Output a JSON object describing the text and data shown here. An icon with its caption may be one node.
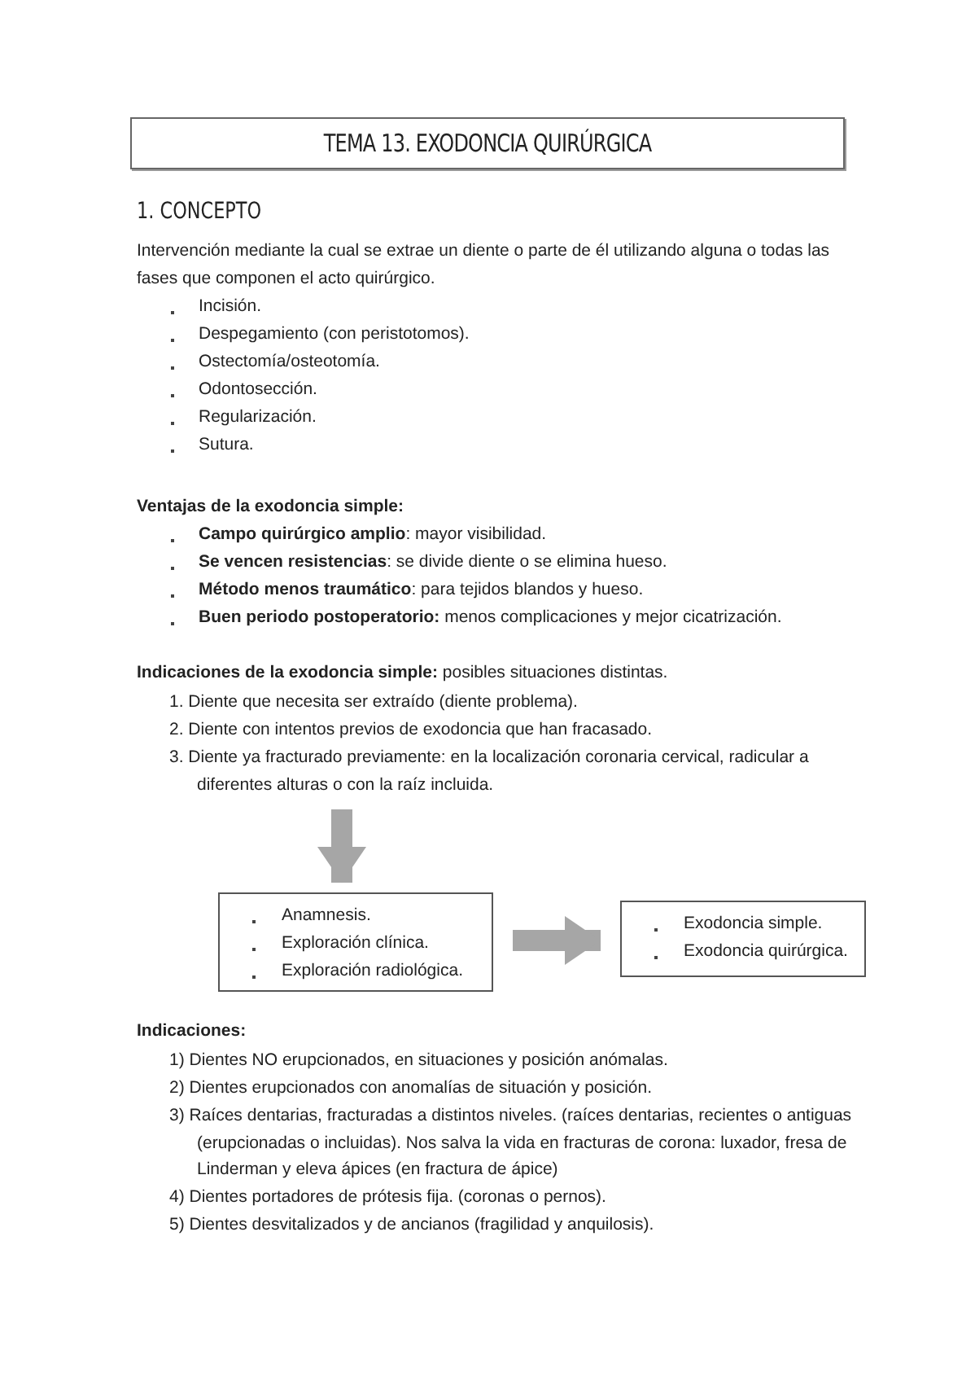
{
  "diagram": {
    "title": "TEMA 13. EXODONCIA QUIRÚRGICA",
    "nodes": [
      {
        "text": [
          "Anamnesis.",
          "Exploración clínica.",
          "Exploración radiológica."
        ]
      },
      {
        "text": [
          "Exodoncia simple.",
          "Exodoncia quirúrgica."
        ]
      }
    ],
    "edges": [
      {
        "from": null,
        "to": 0,
        "arrow": "to"
      },
      {
        "from": 0,
        "to": 1,
        "arrow": "to"
      }
    ],
    "labels": [
      "1. CONCEPTO",
      "Intervención mediante la cual se extrae un diente o parte de él utilizando alguna o todas las fases que componen el acto quirúrgico.",
      "Incisión.",
      "Despegamiento (con peristotomos).",
      "Ostectomía/osteotomía.",
      "Odontosección.",
      "Regularización.",
      "Sutura.",
      "Ventajas de la exodoncia simple:",
      "**Campo quirúrgico amplio**: mayor visibilidad.",
      "**Se vencen resistencias**: se divide diente o se elimina hueso.",
      "**Método menos traumático**: para tejidos blandos y hueso.",
      "**Buen periodo postoperatorio:** menos complicaciones y mejor cicatrización.",
      "**Indicaciones de la exodoncia simple:** posibles situaciones distintas.",
      "1. Diente que necesita ser extraído (diente problema).",
      "2. Diente con intentos previos de exodoncia que han fracasado.",
      "3. Diente ya fracturado previamente: en la localización coronaria cervical, radicular a diferentes alturas o con la raíz incluida.",
      "Indicaciones:",
      "1) Dientes NO erupcionados, en situaciones y posición anómalas.",
      "2) Dientes erupcionados con anomalías de situación y posición.",
      "3) Raíces dentarias, fracturadas a distintos niveles. (raíces dentarias, recientes o antiguas (erupcionadas o incluidas). Nos salva la vida en fracturas de corona: luxador, fresa de Linderman y eleva ápices (en fractura de ápice)",
      "4) Dientes portadores de prótesis fija. (coronas o pernos).",
      "5) Dientes desvitalizados y de ancianos (fragilidad y anquilosis)."
    ]
  }
}
